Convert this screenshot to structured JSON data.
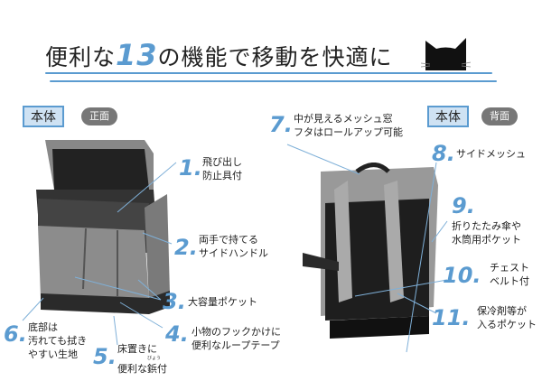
{
  "title": {
    "prefix": "便利な",
    "number": "13",
    "suffix": "の機能で移動を快適に"
  },
  "front": {
    "tag": "本体",
    "view": "正面"
  },
  "back": {
    "tag": "本体",
    "view": "背面"
  },
  "features": [
    {
      "num": "1.",
      "lines": [
        "飛び出し",
        "防止具付"
      ]
    },
    {
      "num": "2.",
      "lines": [
        "両手で持てる",
        "サイドハンドル"
      ]
    },
    {
      "num": "3.",
      "lines": [
        "大容量ポケット"
      ]
    },
    {
      "num": "4.",
      "lines": [
        "小物のフックかけに",
        "便利なループテープ"
      ]
    },
    {
      "num": "5.",
      "lines": [
        "床置きに",
        "便利な鋲付"
      ],
      "ruby": "びょう"
    },
    {
      "num": "6.",
      "lines": [
        "底部は",
        "汚れても拭き",
        "やすい生地"
      ]
    },
    {
      "num": "7.",
      "lines": [
        "中が見えるメッシュ窓",
        "フタはロールアップ可能"
      ]
    },
    {
      "num": "8.",
      "lines": [
        "サイドメッシュ"
      ]
    },
    {
      "num": "9.",
      "lines": [
        "折りたたみ傘や",
        "水筒用ポケット"
      ]
    },
    {
      "num": "10.",
      "lines": [
        "チェスト",
        "ベルト付"
      ]
    },
    {
      "num": "11.",
      "lines": [
        "保冷剤等が",
        "入るポケット"
      ]
    }
  ],
  "colors": {
    "accent": "#5b9bd0",
    "bag_gray": "#8a8a8a",
    "bag_dark": "#2a2a2a"
  }
}
